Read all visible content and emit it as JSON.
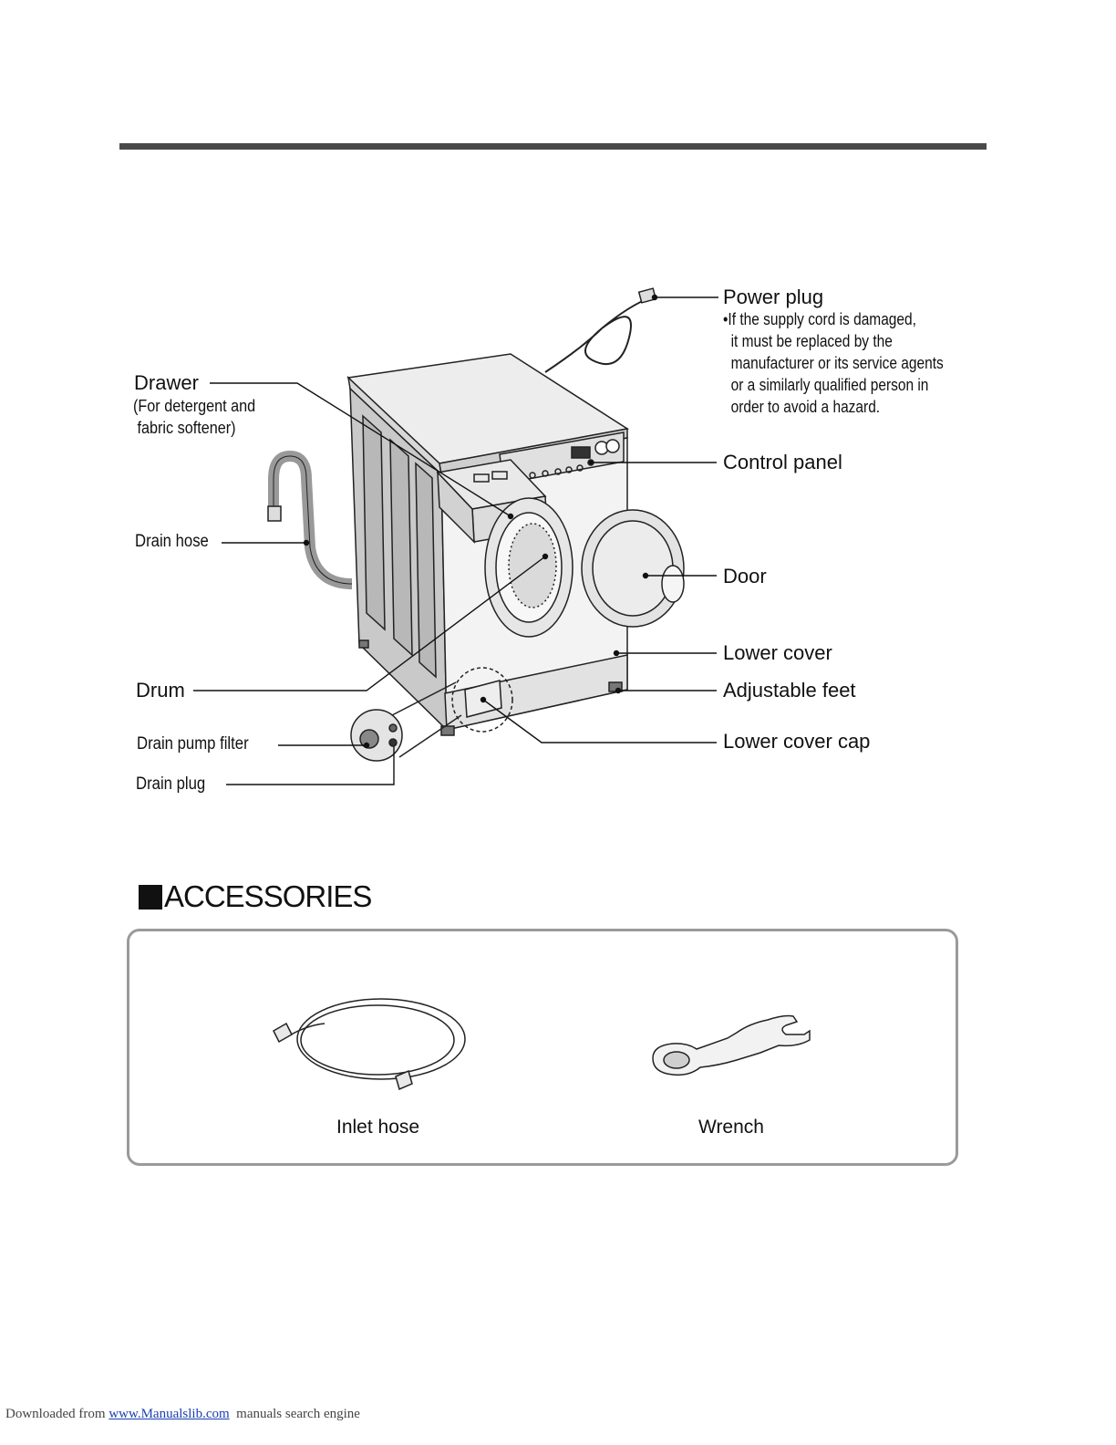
{
  "labels": {
    "power_plug": "Power plug",
    "power_note": [
      "•If the supply cord is damaged,",
      "  it must be replaced by the",
      "  manufacturer or its service agents",
      "  or a similarly qualified person in",
      "  order to avoid a hazard."
    ],
    "drawer": "Drawer",
    "drawer_sub_1": "(For detergent and",
    "drawer_sub_2": " fabric softener)",
    "control_panel": "Control panel",
    "drain_hose": "Drain hose",
    "door": "Door",
    "lower_cover": "Lower cover",
    "drum": "Drum",
    "adjustable_feet": "Adjustable feet",
    "drain_pump_filter": "Drain pump filter",
    "lower_cover_cap": "Lower cover cap",
    "drain_plug": "Drain plug"
  },
  "accessories": {
    "title": "ACCESSORIES",
    "items": [
      {
        "label": "Inlet hose",
        "icon": "inlet-hose-icon"
      },
      {
        "label": "Wrench",
        "icon": "wrench-icon"
      }
    ]
  },
  "footer": {
    "prefix": "Downloaded from ",
    "link": "www.Manualslib.com",
    "suffix": "  manuals search engine"
  },
  "colors": {
    "rule": "#4a4a4a",
    "box_border": "#9a9a9a",
    "link": "#1a3fb4"
  }
}
